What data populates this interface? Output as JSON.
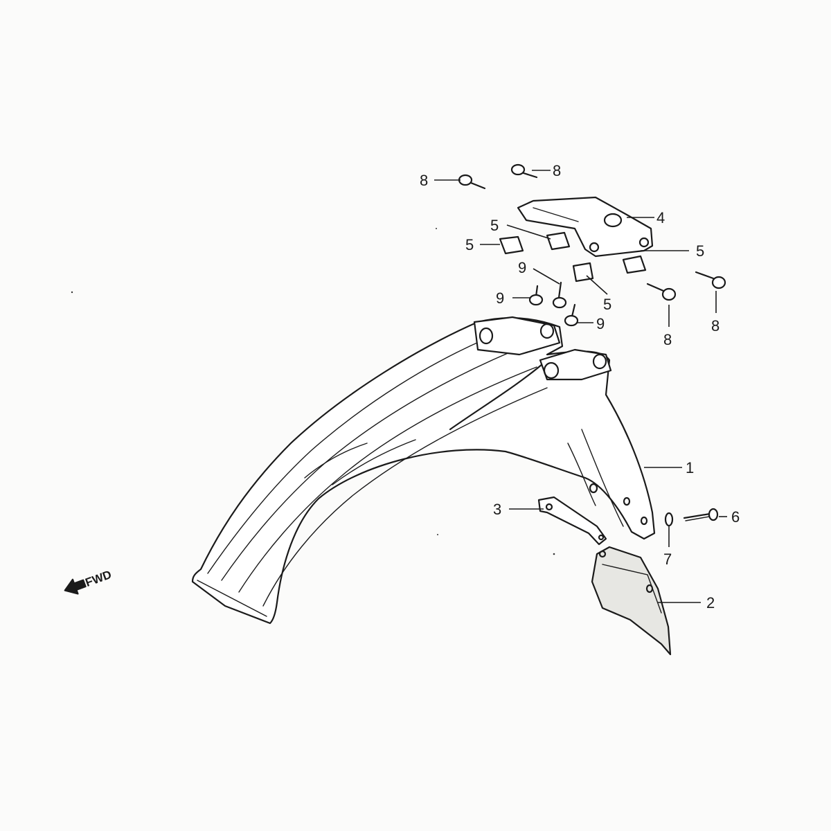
{
  "diagram": {
    "orientation_label": "FWD",
    "callouts": [
      "1",
      "2",
      "3",
      "4",
      "5",
      "6",
      "7",
      "8",
      "9"
    ]
  }
}
